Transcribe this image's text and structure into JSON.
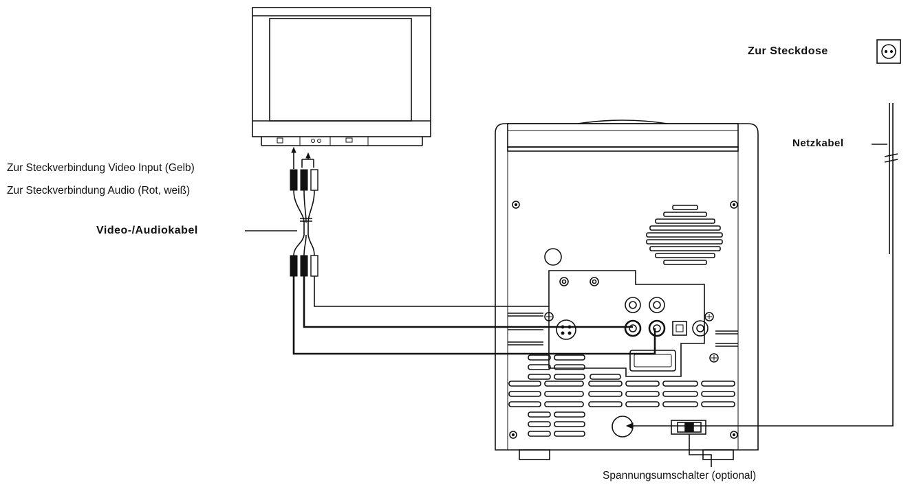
{
  "labels": {
    "video_input": "Zur Steckverbindung Video Input (Gelb)",
    "audio": "Zur Steckverbindung Audio (Rot, weiß)",
    "av_cable": "Video-/Audiokabel",
    "socket": "Zur Steckdose",
    "power_cable": "Netzkabel",
    "voltage_switch": "Spannungsumschalter (optional)"
  }
}
